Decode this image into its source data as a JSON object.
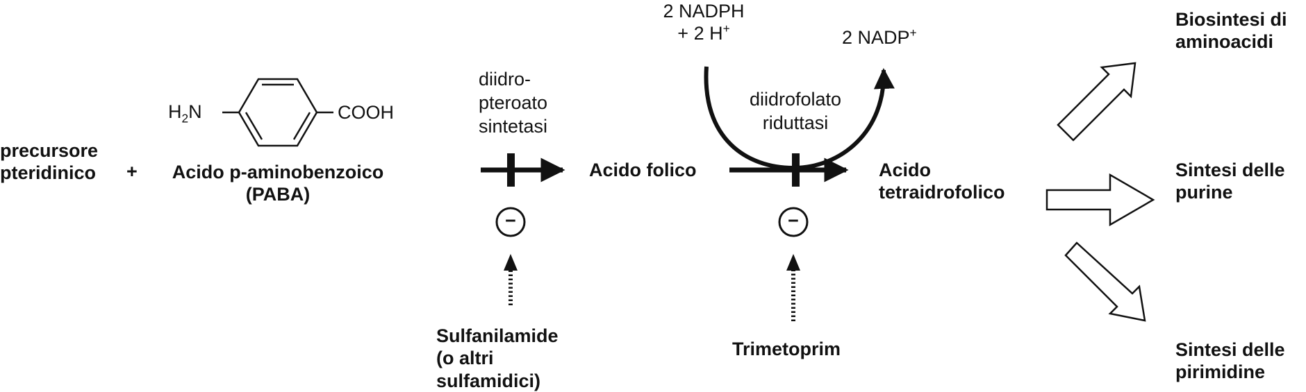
{
  "colors": {
    "ink": "#111111",
    "background": "#ffffff"
  },
  "labels": {
    "precursor_1": "precursore",
    "precursor_2": "pteridinico",
    "plus": "+",
    "amine_h": "H",
    "amine_sub": "2",
    "amine_n": "N",
    "carboxyl": "COOH",
    "paba_name": "Acido p-aminobenzoico",
    "paba_abbr": "(PABA)",
    "enzyme1_1": "diidro-",
    "enzyme1_2": "pteroato",
    "enzyme1_3": "sintetasi",
    "folic_acid": "Acido folico",
    "nadph_1": "2 NADPH",
    "nadph_2_prefix": "+ 2 H",
    "nadph_2_sup": "+",
    "nadp_prefix": "2 NADP",
    "nadp_sup": "+",
    "enzyme2_1": "diidrofolato",
    "enzyme2_2": "riduttasi",
    "thf_1": "Acido",
    "thf_2": "tetraidrofolico",
    "inhibit_symbol": "−",
    "drug1_1": "Sulfanilamide",
    "drug1_2": "(o altri",
    "drug1_3": "sulfamidici)",
    "drug2": "Trimetoprim",
    "out1_1": "Biosintesi di",
    "out1_2": "aminoacidi",
    "out2_1": "Sintesi delle",
    "out2_2": "purine",
    "out3_1": "Sintesi delle",
    "out3_2": "pirimidine"
  }
}
